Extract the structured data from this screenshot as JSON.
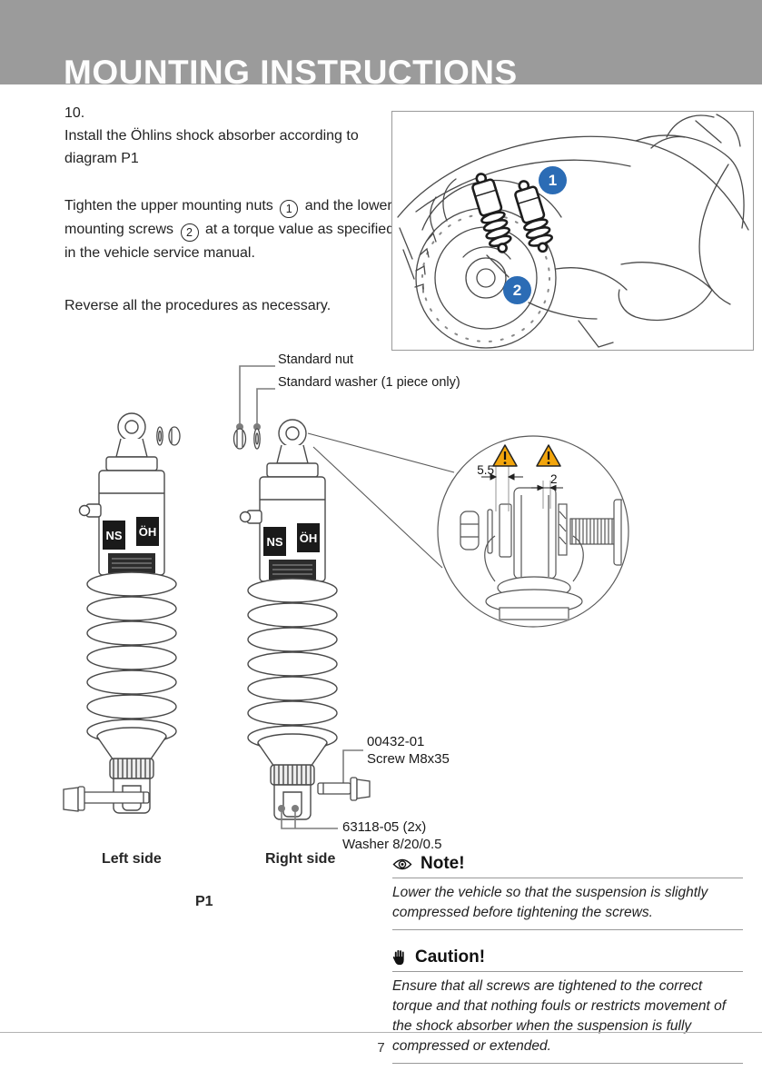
{
  "header": {
    "title": "MOUNTING INSTRUCTIONS"
  },
  "instructions": {
    "step": "10.",
    "para_install": "Install the Öhlins shock absorber according to diagram P1",
    "tighten_seg1": "Tighten the upper mounting nuts",
    "tighten_num1": "1",
    "tighten_seg2": "and the lower mounting screws",
    "tighten_num2": "2",
    "tighten_seg3": "at a torque value as specified in the vehicle service manual.",
    "para_reverse": "Reverse all the procedures as necessary."
  },
  "figure": {
    "callout1": "1",
    "callout2": "2"
  },
  "diagram": {
    "standard_nut": "Standard nut",
    "standard_washer": "Standard washer (1 piece only)",
    "dim_left": "5.5",
    "dim_right": "2",
    "screw_part": "00432-01",
    "screw_desc": "Screw M8x35",
    "washer_part": "63118-05 (2x)",
    "washer_desc": "Washer 8/20/0.5",
    "left_label": "Left side",
    "right_label": "Right side",
    "figure_ref": "P1",
    "brand_left": "NS",
    "brand_right": "ÖH"
  },
  "note": {
    "title": "Note!",
    "body": "Lower the vehicle so that the suspension is slightly compressed before tightening the screws."
  },
  "caution": {
    "title": "Caution!",
    "body": "Ensure that all screws are tightened to the correct torque and that nothing fouls or restricts movement of the shock absorber when the suspension is fully compressed or extended."
  },
  "footer": {
    "page_number": "7"
  },
  "colors": {
    "header_gray": "#9b9b9b",
    "callout_blue": "#2b6cb5",
    "warning_orange": "#f2a50c",
    "line_gray": "#4a4a4a",
    "leader_gray": "#7d7d7d"
  }
}
